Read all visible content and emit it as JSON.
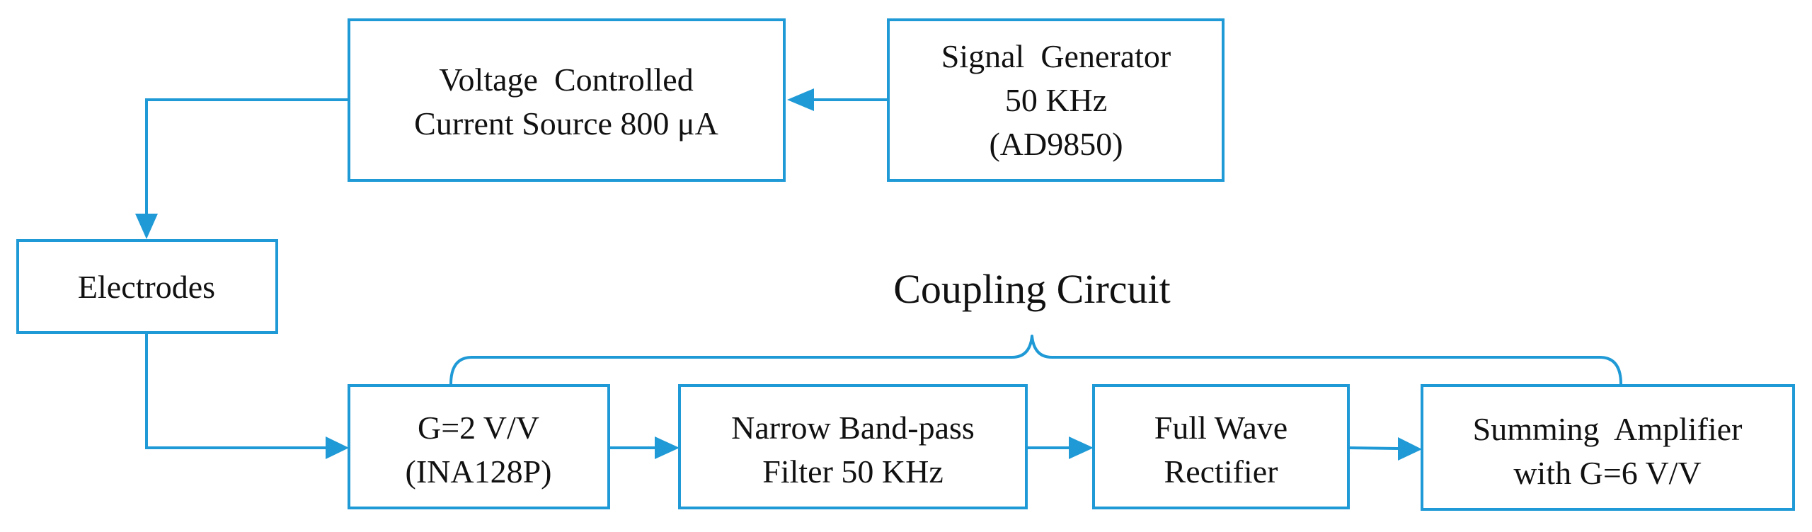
{
  "diagram": {
    "accent_color": "#1f9ad6",
    "group_label": "Coupling Circuit",
    "blocks": {
      "vccs": {
        "line1": "Voltage  Controlled",
        "line2": "Current Source 800 μA"
      },
      "signal_generator": {
        "line1": "Signal  Generator",
        "line2": "50 KHz",
        "line3": "(AD9850)"
      },
      "electrodes": {
        "line1": "Electrodes"
      },
      "ina128p": {
        "line1": "G=2 V/V",
        "line2": "(INA128P)"
      },
      "bandpass": {
        "line1": "Narrow Band-pass",
        "line2": "Filter 50 KHz"
      },
      "rectifier": {
        "line1": "Full Wave",
        "line2": "Rectifier"
      },
      "summing": {
        "line1": "Summing  Amplifier",
        "line2": "with G=6 V/V"
      }
    },
    "connections": [
      {
        "from": "Signal  Generator",
        "to": "Voltage  Controlled Current Source 800 μA"
      },
      {
        "from": "Voltage  Controlled Current Source 800 μA",
        "to": "Electrodes"
      },
      {
        "from": "Electrodes",
        "to": "G=2 V/V (INA128P)"
      },
      {
        "from": "G=2 V/V (INA128P)",
        "to": "Narrow Band-pass Filter 50 KHz"
      },
      {
        "from": "Narrow Band-pass Filter 50 KHz",
        "to": "Full Wave Rectifier"
      },
      {
        "from": "Full Wave Rectifier",
        "to": "Summing  Amplifier with G=6 V/V"
      }
    ]
  }
}
